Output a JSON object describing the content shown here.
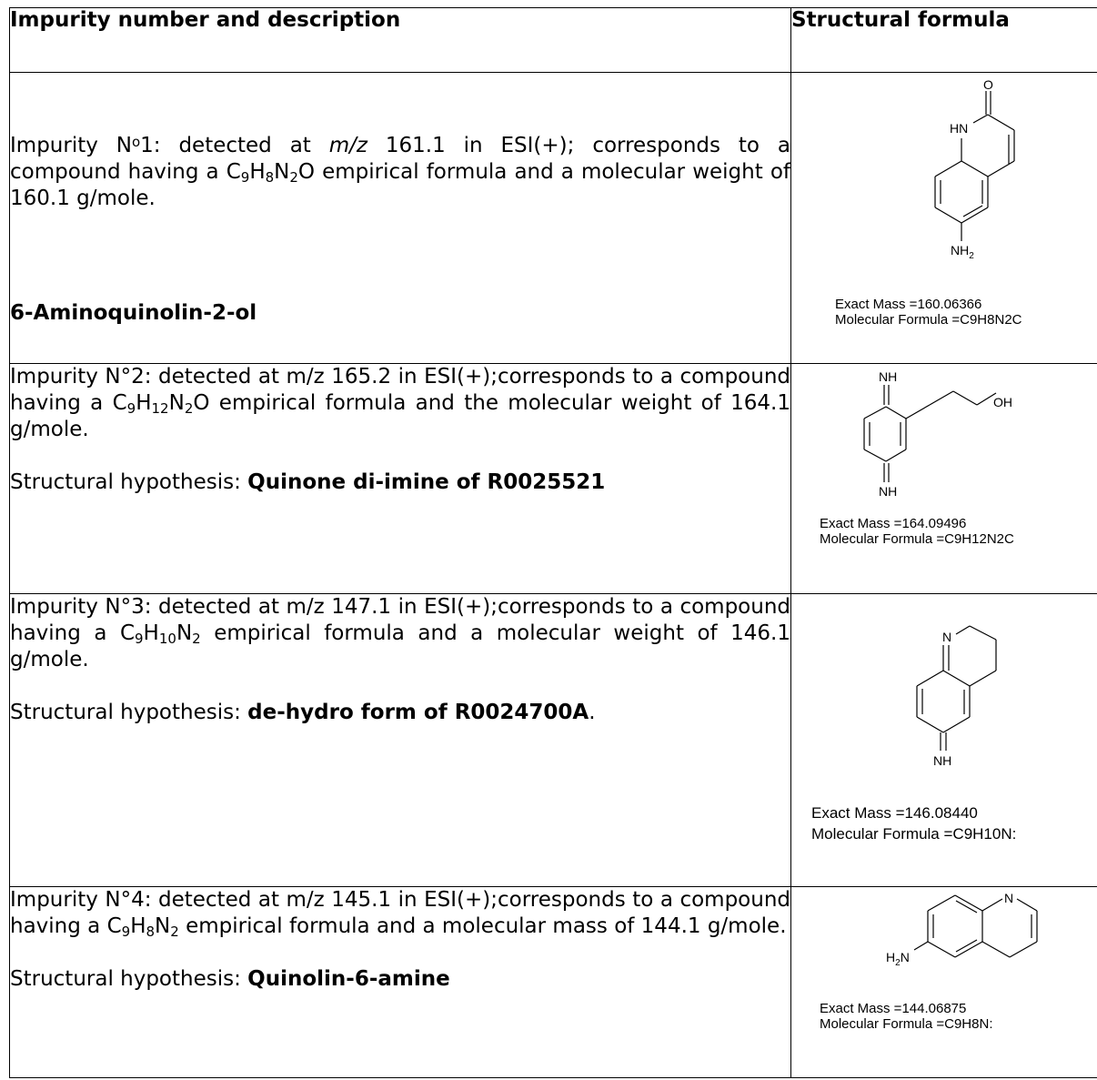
{
  "header": {
    "col1": "Impurity number and description",
    "col2": "Structural formula"
  },
  "rows": [
    {
      "intro": "Impurity N",
      "deg": "o",
      "num_detect": "1: detected at ",
      "mz_label": "m/z",
      "mz_rest": " 161.1 in ESI(+); corresponds to a compound having a ",
      "formula_parts": [
        "C",
        "9",
        "H",
        "8",
        "N",
        "2",
        "O"
      ],
      "tail": " empirical formula and a molecular weight of 160.1 g/mole.",
      "name": "6-Aminoquinolin-2-ol",
      "exact_mass": "Exact Mass =160.06366",
      "mol_formula": "Molecular Formula =C9H8N2C",
      "labels": {
        "o": "O",
        "hn": "HN",
        "nh2": "NH",
        "nh2_sub": "2"
      }
    },
    {
      "lead": "Impurity N°2: detected at m/z 165.2 in ESI(+);corresponds to a compound having a ",
      "formula_parts": [
        "C",
        "9",
        "H",
        "12",
        "N",
        "2",
        "O"
      ],
      "tail": " empirical formula and the molecular weight of 164.1 g/mole.",
      "hyp_label": "Structural hypothesis: ",
      "hyp_value": "Quinone di-imine of R0025521",
      "exact_mass": "Exact Mass =164.09496",
      "mol_formula": "Molecular Formula =C9H12N2C",
      "labels": {
        "nh_top": "NH",
        "oh": "OH",
        "nh_bot": "NH"
      }
    },
    {
      "lead": "Impurity N°3: detected at m/z 147.1 in ESI(+);corresponds to a compound having a ",
      "formula_parts": [
        "C",
        "9",
        "H",
        "10",
        "N",
        "2"
      ],
      "tail": " empirical formula and a molecular weight of 146.1 g/mole.",
      "hyp_label": "Structural hypothesis: ",
      "hyp_value": "de-hydro form of R0024700A",
      "hyp_after": ".",
      "exact_mass": "Exact Mass =146.08440",
      "mol_formula": "Molecular Formula =C9H10N:",
      "labels": {
        "n": "N",
        "nh": "NH"
      }
    },
    {
      "lead": "Impurity N°4: detected at m/z 145.1 in ESI(+);corresponds to a compound having a ",
      "formula_parts": [
        "C",
        "9",
        "H",
        "8",
        "N",
        "2"
      ],
      "tail": " empirical formula and a molecular mass of 144.1 g/mole.",
      "hyp_label": "Structural hypothesis: ",
      "hyp_value": "Quinolin-6-amine",
      "exact_mass": "Exact Mass =144.06875",
      "mol_formula": "Molecular Formula =C9H8N:",
      "labels": {
        "n": "N",
        "h2n_h": "H",
        "h2n_sub": "2",
        "h2n_n": "N"
      }
    }
  ]
}
